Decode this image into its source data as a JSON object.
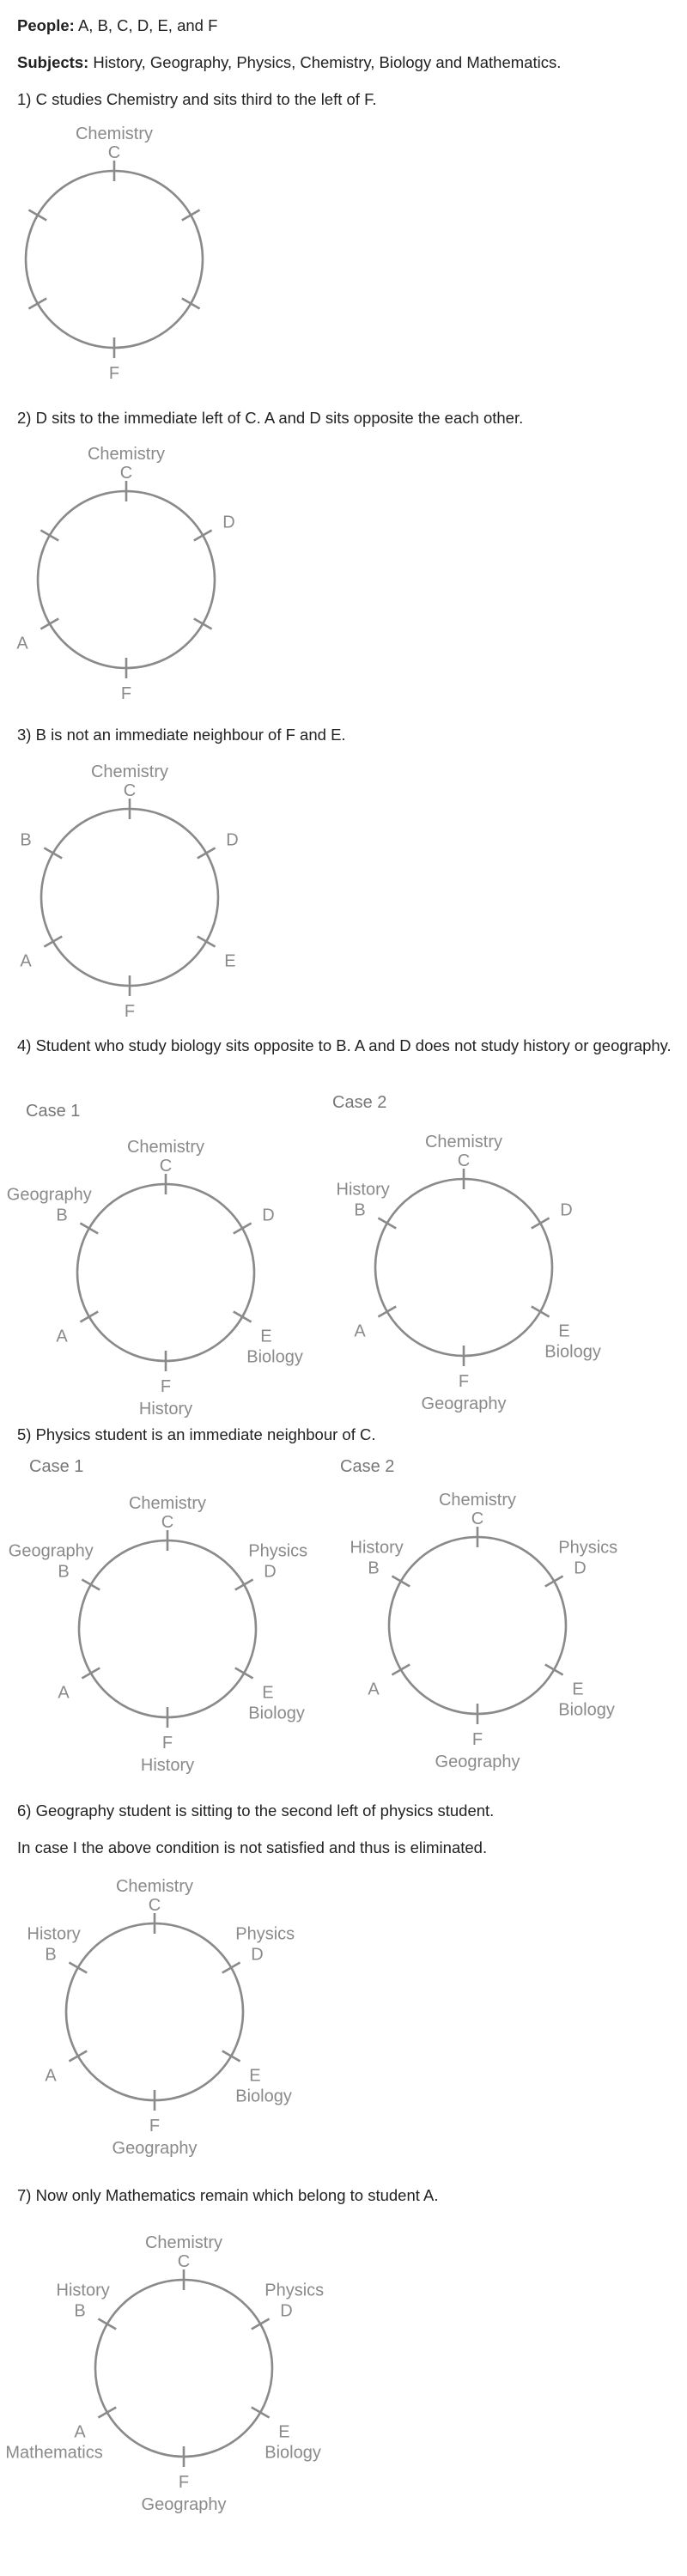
{
  "header": {
    "people_label": "People:",
    "people_value": " A, B, C, D, E, and F",
    "subjects_label": "Subjects:",
    "subjects_value": " History, Geography, Physics, Chemistry, Biology and Mathematics."
  },
  "steps": [
    "1) C studies Chemistry and sits third to the left of F.",
    "2) D sits to the immediate left of C. A and D sits opposite the each other.",
    "3) B is not an immediate neighbour of F and E.",
    "4) Student who study biology sits opposite to B. A and D does not study history or geography.",
    "5) Physics student is an immediate neighbour of C.",
    "6) Geography student is sitting to the second left of physics student.",
    "In case I the above condition is not satisfied and thus is eliminated.",
    "7) Now only Mathematics remain which belong to student A."
  ],
  "case_labels": [
    "Case 1",
    "Case 2",
    "Case 1",
    "Case 2"
  ],
  "diagrams": [
    {
      "seats": {
        "top": "C",
        "topRight": "",
        "bottomRight": "",
        "bottom": "F",
        "bottomLeft": "",
        "topLeft": ""
      },
      "subjects": {
        "top": "Chemistry",
        "topRight": "",
        "bottomRight": "",
        "bottom": "",
        "bottomLeft": "",
        "topLeft": ""
      }
    },
    {
      "seats": {
        "top": "C",
        "topRight": "D",
        "bottomRight": "",
        "bottom": "F",
        "bottomLeft": "A",
        "topLeft": ""
      },
      "subjects": {
        "top": "Chemistry",
        "topRight": "",
        "bottomRight": "",
        "bottom": "",
        "bottomLeft": "",
        "topLeft": ""
      }
    },
    {
      "seats": {
        "top": "C",
        "topRight": "D",
        "bottomRight": "E",
        "bottom": "F",
        "bottomLeft": "A",
        "topLeft": "B"
      },
      "subjects": {
        "top": "Chemistry",
        "topRight": "",
        "bottomRight": "",
        "bottom": "",
        "bottomLeft": "",
        "topLeft": ""
      }
    },
    {
      "seats": {
        "top": "C",
        "topRight": "D",
        "bottomRight": "E",
        "bottom": "F",
        "bottomLeft": "A",
        "topLeft": "B"
      },
      "subjects": {
        "top": "Chemistry",
        "topRight": "",
        "bottomRight": "Biology",
        "bottom": "History",
        "bottomLeft": "",
        "topLeft": "Geography"
      }
    },
    {
      "seats": {
        "top": "C",
        "topRight": "D",
        "bottomRight": "E",
        "bottom": "F",
        "bottomLeft": "A",
        "topLeft": "B"
      },
      "subjects": {
        "top": "Chemistry",
        "topRight": "",
        "bottomRight": "Biology",
        "bottom": "Geography",
        "bottomLeft": "",
        "topLeft": "History"
      }
    },
    {
      "seats": {
        "top": "C",
        "topRight": "D",
        "bottomRight": "E",
        "bottom": "F",
        "bottomLeft": "A",
        "topLeft": "B"
      },
      "subjects": {
        "top": "Chemistry",
        "topRight": "Physics",
        "bottomRight": "Biology",
        "bottom": "History",
        "bottomLeft": "",
        "topLeft": "Geography"
      }
    },
    {
      "seats": {
        "top": "C",
        "topRight": "D",
        "bottomRight": "E",
        "bottom": "F",
        "bottomLeft": "A",
        "topLeft": "B"
      },
      "subjects": {
        "top": "Chemistry",
        "topRight": "Physics",
        "bottomRight": "Biology",
        "bottom": "Geography",
        "bottomLeft": "",
        "topLeft": "History"
      }
    },
    {
      "seats": {
        "top": "C",
        "topRight": "D",
        "bottomRight": "E",
        "bottom": "F",
        "bottomLeft": "A",
        "topLeft": "B"
      },
      "subjects": {
        "top": "Chemistry",
        "topRight": "Physics",
        "bottomRight": "Biology",
        "bottom": "Geography",
        "bottomLeft": "",
        "topLeft": "History"
      }
    },
    {
      "seats": {
        "top": "C",
        "topRight": "D",
        "bottomRight": "E",
        "bottom": "F",
        "bottomLeft": "A",
        "topLeft": "B"
      },
      "subjects": {
        "top": "Chemistry",
        "topRight": "Physics",
        "bottomRight": "Biology",
        "bottom": "Geography",
        "bottomLeft": "Mathematics",
        "topLeft": "History"
      }
    }
  ]
}
